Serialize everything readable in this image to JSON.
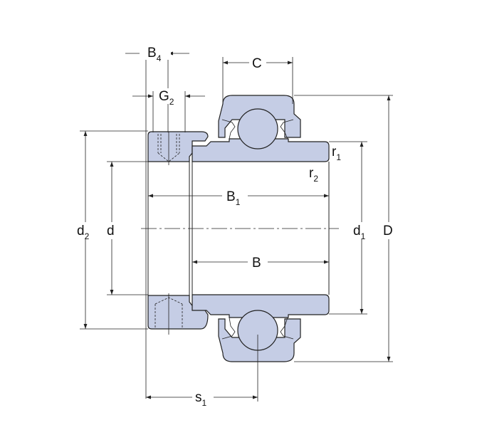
{
  "labels": {
    "B4": {
      "main": "B",
      "sub": "4"
    },
    "G2": {
      "main": "G",
      "sub": "2"
    },
    "C": {
      "main": "C",
      "sub": ""
    },
    "r1": {
      "main": "r",
      "sub": "1"
    },
    "r2": {
      "main": "r",
      "sub": "2"
    },
    "B1": {
      "main": "B",
      "sub": "1"
    },
    "B": {
      "main": "B",
      "sub": ""
    },
    "d2": {
      "main": "d",
      "sub": "2"
    },
    "d": {
      "main": "d",
      "sub": ""
    },
    "d1": {
      "main": "d",
      "sub": "1"
    },
    "D": {
      "main": "D",
      "sub": ""
    },
    "s1": {
      "main": "s",
      "sub": "1"
    }
  },
  "colors": {
    "part_fill": "#c5cde5",
    "line": "#222222"
  }
}
